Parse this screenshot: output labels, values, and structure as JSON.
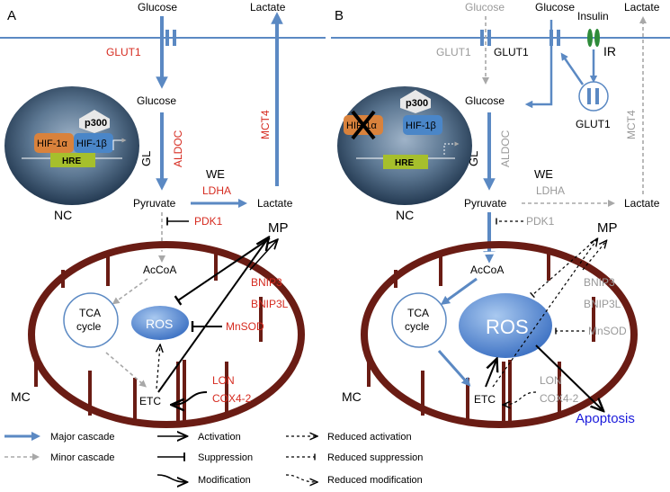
{
  "colors": {
    "major_arrow": "#5b89c3",
    "mitochondria": "#6a1c14",
    "red_label": "#d62b20",
    "grey_label": "#999999",
    "hre_box": "#a6bf2c",
    "hif1a_box": "#d9823c",
    "hif1b_box": "#4a86c8",
    "ir_receptor": "#2e8b3a",
    "apoptosis": "#1a1adb"
  },
  "panel_a": {
    "panel_letter": "A",
    "glucose_outside": "Glucose",
    "lactate_outside": "Lactate",
    "glut1": "GLUT1",
    "glucose_inside": "Glucose",
    "mct4": "MCT4",
    "gl": "GL",
    "aldoc": "ALDOC",
    "we": "WE",
    "ldha": "LDHA",
    "pyruvate": "Pyruvate",
    "lactate_inside": "Lactate",
    "p300": "p300",
    "hif1a": "HIF-1α",
    "hif1b": "HIF-1β",
    "hre": "HRE",
    "nc": "NC",
    "pdk1": "PDK1",
    "mp": "MP",
    "acco_a": "AcCoA",
    "bnip3": "BNIP3",
    "bnip3l": "BNIP3L",
    "tca_line1": "TCA",
    "tca_line2": "cycle",
    "ros": "ROS",
    "mnsod": "MnSOD",
    "lon": "LON",
    "cox4_2": "COX4-2",
    "etc": "ETC",
    "mc": "MC"
  },
  "panel_b": {
    "panel_letter": "B",
    "glucose_outside_1": "Glucose",
    "glucose_outside_2": "Glucose",
    "insulin": "Insulin",
    "lactate_outside": "Lactate",
    "glut1_grey": "GLUT1",
    "glut1_black": "GLUT1",
    "ir": "IR",
    "glut1_vesicle": "GLUT1",
    "glucose_inside": "Glucose",
    "mct4": "MCT4",
    "gl": "GL",
    "aldoc": "ALDOC",
    "we": "WE",
    "ldha": "LDHA",
    "pyruvate": "Pyruvate",
    "lactate_inside": "Lactate",
    "p300": "p300",
    "hif1a": "HIF-1α",
    "hif1b": "HIF-1β",
    "hre": "HRE",
    "nc": "NC",
    "pdk1": "PDK1",
    "mp": "MP",
    "acco_a": "AcCoA",
    "bnip3": "BNIP3",
    "bnip3l": "BNIP3L",
    "tca_line1": "TCA",
    "tca_line2": "cycle",
    "ros": "ROS",
    "mnsod": "MnSOD",
    "lon": "LON",
    "cox4_2": "COX4-2",
    "etc": "ETC",
    "mc": "MC",
    "apoptosis": "Apoptosis"
  },
  "legend": {
    "major_cascade": "Major cascade",
    "minor_cascade": "Minor cascade",
    "activation": "Activation",
    "suppression": "Suppression",
    "modification": "Modification",
    "reduced_activation": "Reduced activation",
    "reduced_suppression": "Reduced suppression",
    "reduced_modification": "Reduced modification"
  }
}
